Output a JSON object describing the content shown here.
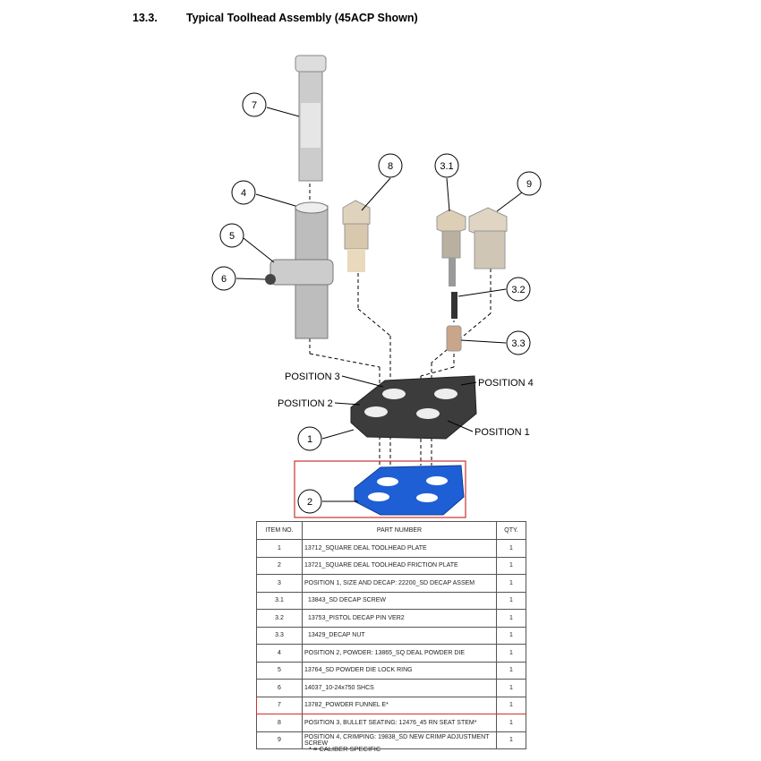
{
  "section": {
    "number": "13.3.",
    "title": "Typical Toolhead Assembly (45ACP Shown)"
  },
  "diagram": {
    "callouts": [
      "7",
      "8",
      "3.1",
      "9",
      "4",
      "5",
      "6",
      "3.2",
      "3.3",
      "1",
      "2"
    ],
    "positions": {
      "p1": "POSITION 1",
      "p2": "POSITION 2",
      "p3": "POSITION 3",
      "p4": "POSITION 4"
    },
    "colors": {
      "highlight": "#d03030",
      "friction_plate": "#1f5fd6",
      "toolhead_plate": "#3c3c3c"
    }
  },
  "table": {
    "headers": [
      "ITEM NO.",
      "PART NUMBER",
      "QTY."
    ],
    "rows": [
      {
        "item": "1",
        "part": "13712_SQUARE DEAL TOOLHEAD PLATE",
        "qty": "1"
      },
      {
        "item": "2",
        "part": "13721_SQUARE DEAL TOOLHEAD FRICTION PLATE",
        "qty": "1"
      },
      {
        "item": "3",
        "part": "POSITION 1, SIZE AND DECAP: 22200_SD DECAP ASSEM",
        "qty": "1"
      },
      {
        "item": "3.1",
        "part": "13843_SD DECAP SCREW",
        "qty": "1"
      },
      {
        "item": "3.2",
        "part": "13753_PISTOL DECAP PIN VER2",
        "qty": "1"
      },
      {
        "item": "3.3",
        "part": "13429_DECAP NUT",
        "qty": "1"
      },
      {
        "item": "4",
        "part": "POSITION 2, POWDER: 13865_SQ DEAL POWDER DIE",
        "qty": "1"
      },
      {
        "item": "5",
        "part": "13764_SD POWDER DIE LOCK RING",
        "qty": "1"
      },
      {
        "item": "6",
        "part": "14037_10-24x750 SHCS",
        "qty": "1"
      },
      {
        "item": "7",
        "part": "13782_POWDER FUNNEL E*",
        "qty": "1"
      },
      {
        "item": "8",
        "part": "POSITION 3, BULLET SEATING:  12476_45 RN SEAT STEM*",
        "qty": "1"
      },
      {
        "item": "9",
        "part": "POSITION 4, CRIMPING:  19838_SD NEW CRIMP ADJUSTMENT SCREW",
        "qty": "1"
      }
    ],
    "footnote": "* = CALIBER SPECIFIC"
  }
}
